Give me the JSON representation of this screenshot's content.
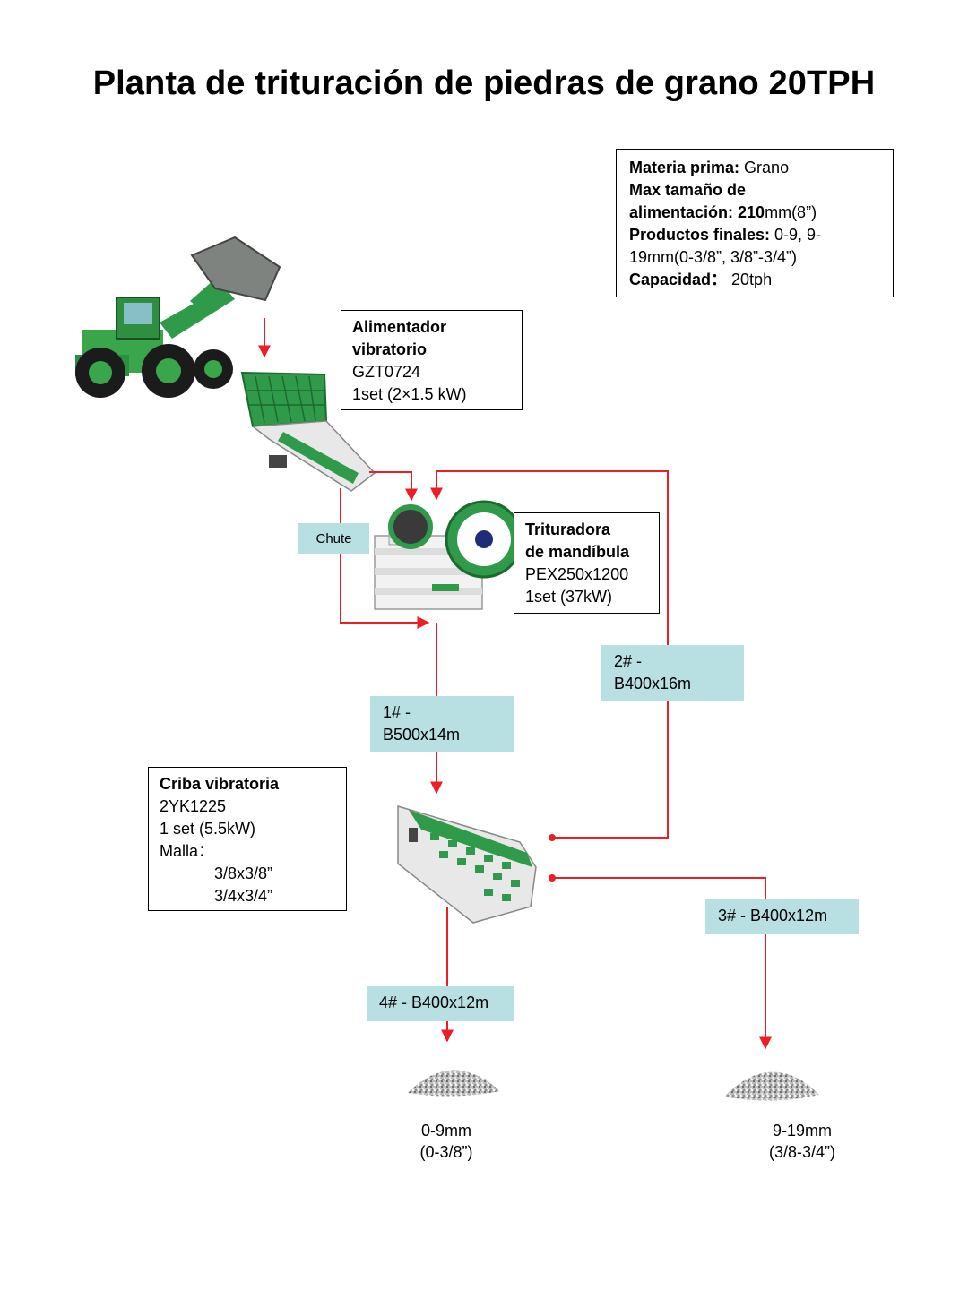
{
  "title": "Planta de trituración de piedras de grano 20TPH",
  "specs": {
    "materia_label": "Materia prima:",
    "materia_value": " Grano",
    "max_label_1": "Max tamaño de",
    "max_label_2": "alimentación: ",
    "max_value_bold": "210",
    "max_value": "mm(8”)",
    "productos_label": "Productos finales:",
    "productos_value_1": " 0-9, 9-",
    "productos_value_2": "19mm(0-3/8”, 3/8”-3/4”)",
    "capacidad_label": "Capacidad：",
    "capacidad_value": "  20tph"
  },
  "feeder": {
    "name_1": "Alimentador",
    "name_2": "vibratorio",
    "model": "GZT0724",
    "power": "1set  (2×1.5 kW)"
  },
  "crusher": {
    "name_1": "Trituradora",
    "name_2": "de mandíbula",
    "model": "PEX250x1200",
    "power": "1set  (37kW)"
  },
  "screen": {
    "name": "Criba vibratoria",
    "model": "2YK1225",
    "power": "1 set  (5.5kW)",
    "mesh_label": "Malla：",
    "mesh_1": "3/8x3/8”",
    "mesh_2": "3/4x3/4”"
  },
  "chute": "Chute",
  "conveyors": {
    "c1_line1": "1# -",
    "c1_line2": "B500x14m",
    "c2_line1": "2# -",
    "c2_line2": "B400x16m",
    "c3": "3# - B400x12m",
    "c4": "4# - B400x12m"
  },
  "products": {
    "p1_line1": "0-9mm",
    "p1_line2": "(0-3/8”)",
    "p2_line1": "9-19mm",
    "p2_line2": "(3/8-3/4”)"
  },
  "colors": {
    "flow": "#ee1c25",
    "tag_bg": "#b8e0e3",
    "machine_green": "#2e9a4a",
    "machine_white": "#eeeeee"
  }
}
